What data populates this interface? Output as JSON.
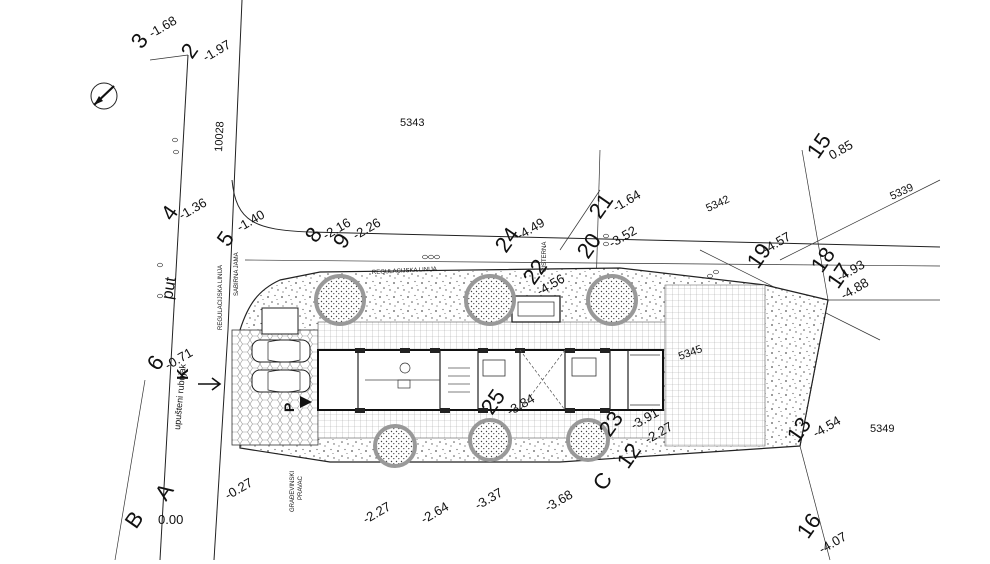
{
  "parcels": [
    "5343",
    "10028",
    "5342",
    "5339",
    "5345",
    "5349"
  ],
  "points": [
    {
      "id": "3",
      "elev": "-1.68"
    },
    {
      "id": "2",
      "elev": "-1.97"
    },
    {
      "id": "4",
      "elev": "-1.36"
    },
    {
      "id": "5",
      "elev": "-1.40"
    },
    {
      "id": "6",
      "elev": "-0.71"
    },
    {
      "id": "8",
      "elev": "-2.16"
    },
    {
      "id": "9",
      "elev": "-2.26"
    },
    {
      "id": "24",
      "elev": "-4.49"
    },
    {
      "id": "22",
      "elev": "-4.56"
    },
    {
      "id": "21",
      "elev": "-1.64"
    },
    {
      "id": "20",
      "elev": "-3.52"
    },
    {
      "id": "15",
      "elev": "0.85"
    },
    {
      "id": "19",
      "elev": "-4.57"
    },
    {
      "id": "18",
      "elev": "-4.93"
    },
    {
      "id": "17",
      "elev": "-4.88"
    },
    {
      "id": "13",
      "elev": "-4.54"
    },
    {
      "id": "16",
      "elev": "-4.07"
    },
    {
      "id": "23",
      "elev": "-3.91"
    },
    {
      "id": "25",
      "elev": "-3.84"
    },
    {
      "id": "12",
      "elev": "-2.27"
    }
  ],
  "corners": [
    {
      "id": "B",
      "elev": "0.00"
    },
    {
      "id": "A",
      "elev": "-0.27"
    },
    {
      "id": "C",
      "elev": ""
    }
  ],
  "lower_elevations": [
    "-2.27",
    "-2.64",
    "-3.37",
    "-3.68"
  ],
  "labels": {
    "road": "put",
    "curb": "upušteni rubnjak",
    "regulation_vertical": "REGULACIJSKA LINIJA",
    "regulation_horizontal": "REGULACIJSKA LINIJA",
    "septic": "SABIRNA JAMA",
    "cistern": "CISTERNA",
    "building_line_1": "GRAĐEVINSKI",
    "building_line_2": "PRAVAC",
    "entry_k": "K",
    "entry_p": "P"
  },
  "colors": {
    "lines": "#222222",
    "trees": "#999999",
    "gravel": "#555555",
    "paving": "#aaaaaa"
  }
}
